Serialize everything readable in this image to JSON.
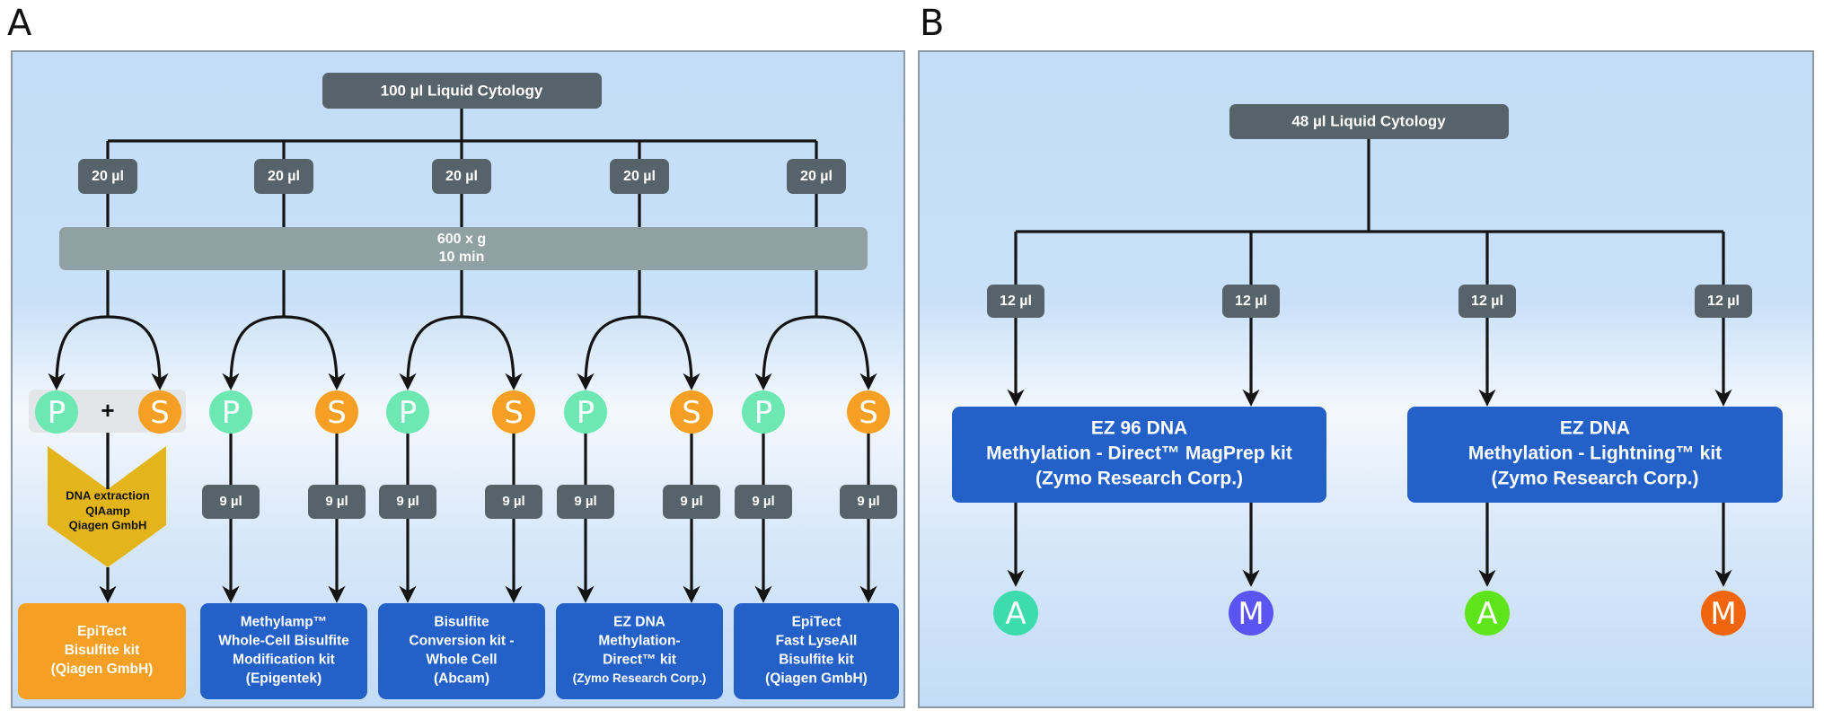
{
  "panel_a": {
    "letter": "A",
    "source": "100 µl Liquid Cytology",
    "aliquots": [
      "20 µl",
      "20 µl",
      "20 µl",
      "20 µl",
      "20 µl"
    ],
    "centrifuge": {
      "line1": "600 x g",
      "line2": "10 min"
    },
    "plus": "+",
    "fractions": [
      {
        "p": "P",
        "s": "S"
      },
      {
        "p": "P",
        "s": "S"
      },
      {
        "p": "P",
        "s": "S"
      },
      {
        "p": "P",
        "s": "S"
      },
      {
        "p": "P",
        "s": "S"
      }
    ],
    "extraction": {
      "line1": "DNA extraction",
      "line2": "QIAamp",
      "line3": "Qiagen GmbH"
    },
    "volumes": [
      "9 µl",
      "9 µl",
      "9 µl",
      "9 µl",
      "9 µl",
      "9 µl",
      "9 µl",
      "9 µl"
    ],
    "kits": [
      {
        "lines": [
          "EpiTect",
          "Bisulfite kit",
          "(Qiagen GmbH)"
        ],
        "color": "#f5a024"
      },
      {
        "lines": [
          "Methylamp™",
          "Whole-Cell Bisulfite",
          "Modification kit",
          "(Epigentek)"
        ],
        "color": "#2361c9"
      },
      {
        "lines": [
          "Bisulfite",
          "Conversion kit -",
          "Whole Cell",
          "(Abcam)"
        ],
        "color": "#2361c9"
      },
      {
        "lines": [
          "EZ DNA",
          "Methylation-",
          "Direct™ kit",
          "(Zymo Research Corp.)"
        ],
        "color": "#2361c9"
      },
      {
        "lines": [
          "EpiTect",
          "Fast LyseAll",
          "Bisulfite kit",
          "(Qiagen GmbH)"
        ],
        "color": "#2361c9"
      }
    ]
  },
  "panel_b": {
    "letter": "B",
    "source": "48 µl Liquid Cytology",
    "aliquots": [
      "12 µl",
      "12 µl",
      "12 µl",
      "12 µl"
    ],
    "kits": [
      {
        "lines": [
          "EZ 96 DNA",
          "Methylation - Direct™ MagPrep kit",
          "(Zymo Research Corp.)"
        ]
      },
      {
        "lines": [
          "EZ DNA",
          "Methylation - Lightning™ kit",
          "(Zymo Research Corp.)"
        ]
      }
    ],
    "outputs": [
      {
        "label": "A",
        "color": "#3ddcae"
      },
      {
        "label": "M",
        "color": "#5a55f2"
      },
      {
        "label": "A",
        "color": "#5ee41a"
      },
      {
        "label": "M",
        "color": "#f2650f"
      }
    ]
  },
  "colors": {
    "dark_box": "#57636a",
    "centrifuge_bar": "#8fa1a3",
    "pellet": "#6ee8b2",
    "supernatant": "#f5a024",
    "extraction": "#e3b51b",
    "kit_blue": "#2361c9",
    "pill_bg": "#e3e6e8",
    "line": "#141414"
  }
}
